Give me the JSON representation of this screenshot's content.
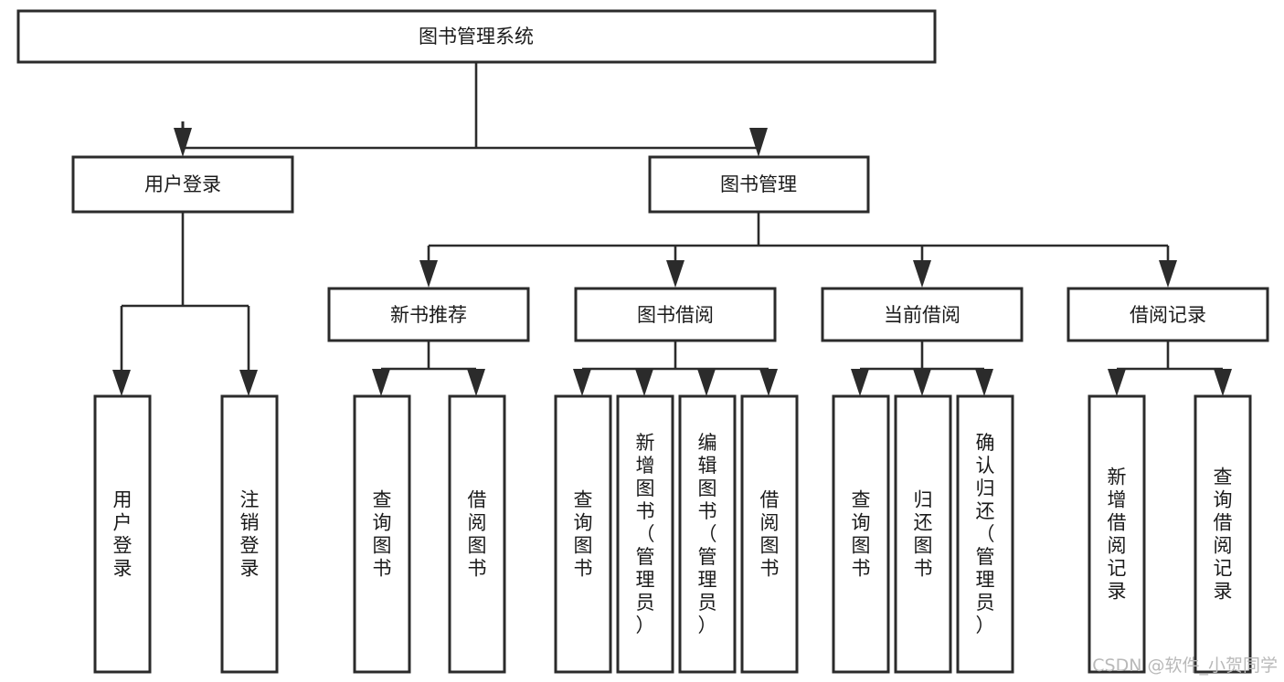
{
  "diagram": {
    "title": "图书管理系统",
    "type": "tree-hierarchy",
    "orientation": "top-down",
    "colors": {
      "box_fill": "#ffffff",
      "box_stroke": "#2b2b2b",
      "connector": "#2b2b2b",
      "text": "#1a1a1a",
      "watermark": "#b9b9b9",
      "background": "#ffffff"
    },
    "nodes": {
      "root": {
        "label": "图书管理系统",
        "level": 1,
        "orientation": "horizontal"
      },
      "l2_user_login": {
        "label": "用户登录",
        "level": 2,
        "orientation": "horizontal"
      },
      "l2_book_manage": {
        "label": "图书管理",
        "level": 2,
        "orientation": "horizontal"
      },
      "l3_new_book_rec": {
        "label": "新书推荐",
        "level": 3,
        "orientation": "horizontal"
      },
      "l3_book_borrow": {
        "label": "图书借阅",
        "level": 3,
        "orientation": "horizontal"
      },
      "l3_current_borrow": {
        "label": "当前借阅",
        "level": 3,
        "orientation": "horizontal"
      },
      "l3_borrow_record": {
        "label": "借阅记录",
        "level": 3,
        "orientation": "horizontal"
      },
      "leaf_user_login": {
        "label": "用户登录",
        "level": 4,
        "orientation": "vertical"
      },
      "leaf_logout": {
        "label": "注销登录",
        "level": 4,
        "orientation": "vertical"
      },
      "leaf_query_book_1": {
        "label": "查询图书",
        "level": 4,
        "orientation": "vertical"
      },
      "leaf_borrow_book_1": {
        "label": "借阅图书",
        "level": 4,
        "orientation": "vertical"
      },
      "leaf_query_book_2": {
        "label": "查询图书",
        "level": 4,
        "orientation": "vertical"
      },
      "leaf_add_book": {
        "label": "新增图书（管理员）",
        "level": 4,
        "orientation": "vertical"
      },
      "leaf_edit_book": {
        "label": "编辑图书（管理员）",
        "level": 4,
        "orientation": "vertical"
      },
      "leaf_borrow_book_2": {
        "label": "借阅图书",
        "level": 4,
        "orientation": "vertical"
      },
      "leaf_query_book_3": {
        "label": "查询图书",
        "level": 4,
        "orientation": "vertical"
      },
      "leaf_return_book": {
        "label": "归还图书",
        "level": 4,
        "orientation": "vertical"
      },
      "leaf_confirm_return": {
        "label": "确认归还（管理员）",
        "level": 4,
        "orientation": "vertical"
      },
      "leaf_add_record": {
        "label": "新增借阅记录",
        "level": 4,
        "orientation": "vertical"
      },
      "leaf_query_record": {
        "label": "查询借阅记录",
        "level": 4,
        "orientation": "vertical"
      }
    },
    "edges": [
      {
        "from": "root",
        "to": "l2_user_login"
      },
      {
        "from": "root",
        "to": "l2_book_manage"
      },
      {
        "from": "l2_user_login",
        "to": "leaf_user_login"
      },
      {
        "from": "l2_user_login",
        "to": "leaf_logout"
      },
      {
        "from": "l2_book_manage",
        "to": "l3_new_book_rec"
      },
      {
        "from": "l2_book_manage",
        "to": "l3_book_borrow"
      },
      {
        "from": "l2_book_manage",
        "to": "l3_current_borrow"
      },
      {
        "from": "l2_book_manage",
        "to": "l3_borrow_record"
      },
      {
        "from": "l3_new_book_rec",
        "to": "leaf_query_book_1"
      },
      {
        "from": "l3_new_book_rec",
        "to": "leaf_borrow_book_1"
      },
      {
        "from": "l3_book_borrow",
        "to": "leaf_query_book_2"
      },
      {
        "from": "l3_book_borrow",
        "to": "leaf_add_book"
      },
      {
        "from": "l3_book_borrow",
        "to": "leaf_edit_book"
      },
      {
        "from": "l3_book_borrow",
        "to": "leaf_borrow_book_2"
      },
      {
        "from": "l3_current_borrow",
        "to": "leaf_query_book_3"
      },
      {
        "from": "l3_current_borrow",
        "to": "leaf_return_book"
      },
      {
        "from": "l3_current_borrow",
        "to": "leaf_confirm_return"
      },
      {
        "from": "l3_borrow_record",
        "to": "leaf_add_record"
      },
      {
        "from": "l3_borrow_record",
        "to": "leaf_query_record"
      }
    ]
  },
  "watermark": {
    "text": "CSDN @软件_小贺同学"
  }
}
